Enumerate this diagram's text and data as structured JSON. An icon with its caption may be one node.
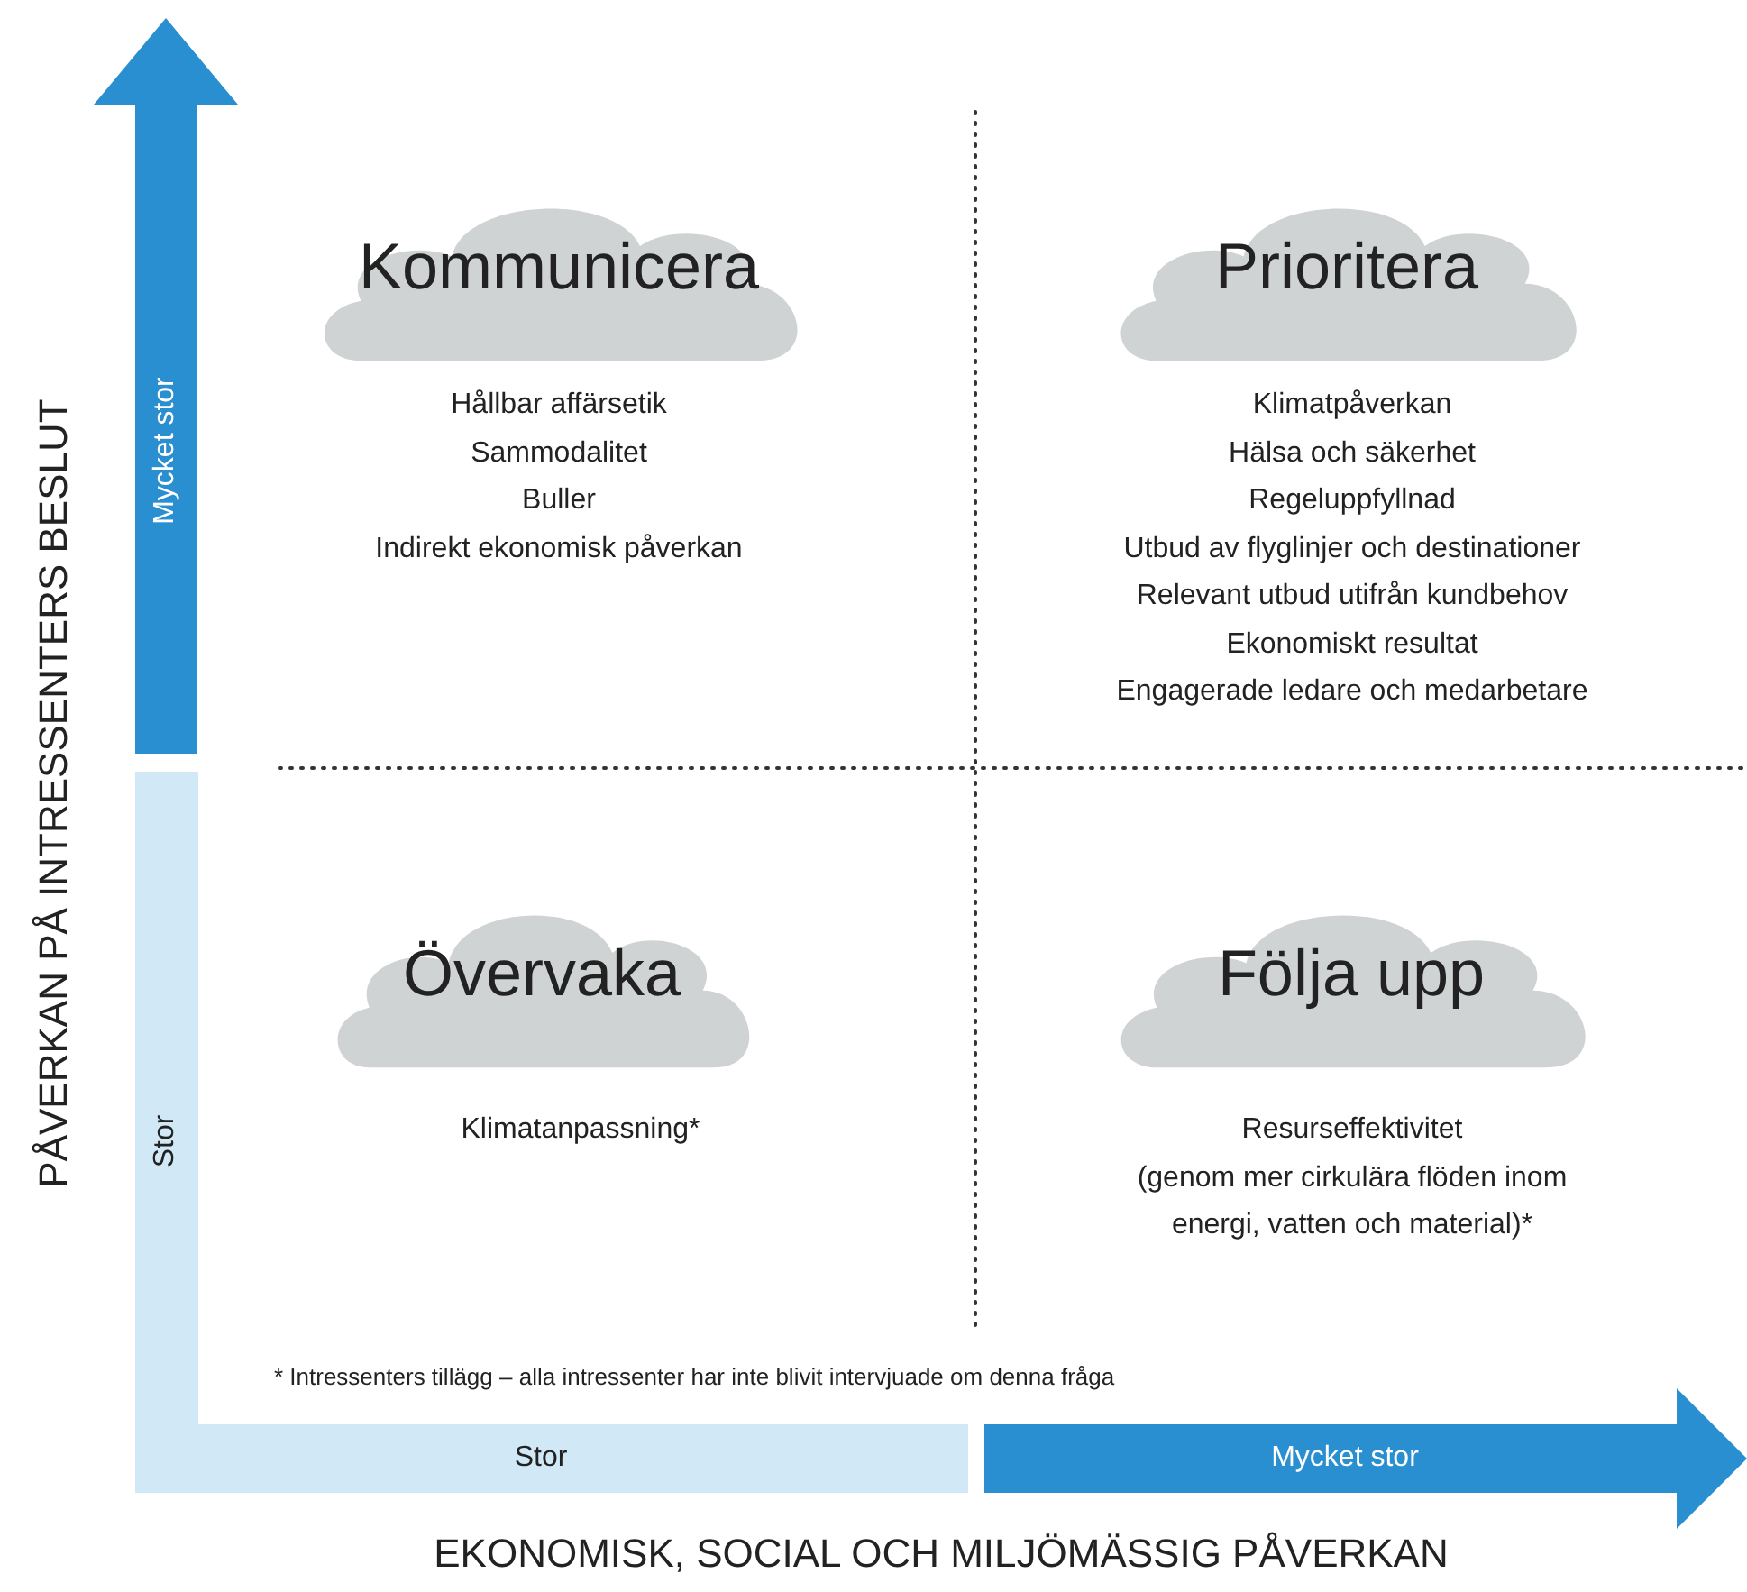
{
  "diagram": {
    "nodes": [
      {
        "text": [
          "Kommunicera"
        ],
        "beside": [
          "Hållbar affärsetik",
          "Sammodalitet",
          "Buller",
          "Indirekt ekonomisk påverkan"
        ]
      },
      {
        "text": [
          "Prioritera"
        ],
        "beside": [
          "Klimatpåverkan",
          "Hälsa och säkerhet",
          "Regeluppfyllnad",
          "Utbud av flyglinjer och destinationer",
          "Relevant utbud utifrån kundbehov",
          "Ekonomiskt resultat",
          "Engagerade ledare och medarbetare"
        ]
      },
      {
        "text": [
          "Övervaka"
        ],
        "beside": [
          "Klimatanpassning*"
        ]
      },
      {
        "text": [
          "Följa upp"
        ],
        "beside": [
          "Resurseffektivitet",
          "(genom mer cirkulära flöden inom energi, vatten och material)*"
        ]
      },
      {
        "text": [
          "Mycket stor"
        ]
      },
      {
        "text": [
          "Stor"
        ]
      },
      {
        "text": [
          "Stor"
        ]
      },
      {
        "text": [
          "Mycket stor"
        ]
      }
    ],
    "labels": [
      "PÅVERKAN PÅ INTRESSENTERS BESLUT",
      "* Intressenters tillägg – alla intressenter har inte blivit intervjuade om denna fråga",
      "EKONOMISK, SOCIAL OCH MILJÖMÄSSIG PÅVERKAN"
    ]
  }
}
